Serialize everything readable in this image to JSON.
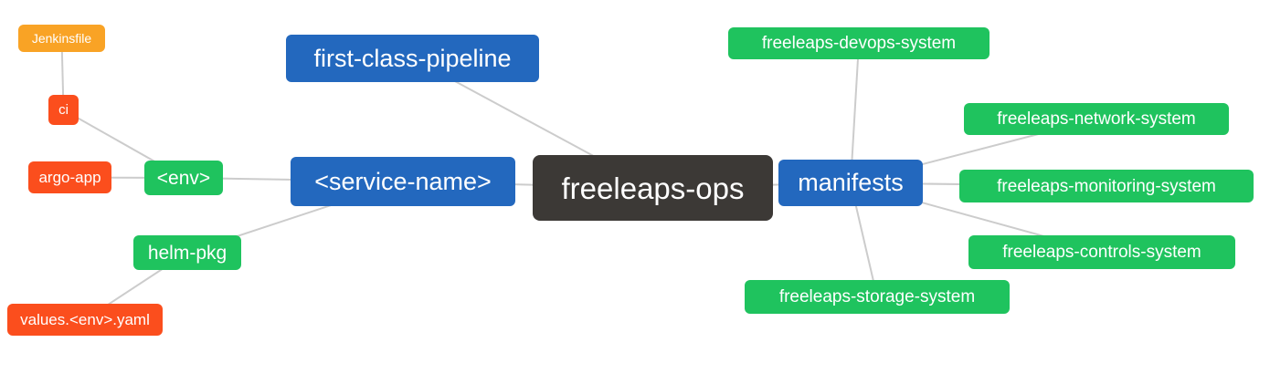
{
  "diagram": {
    "background": "#ffffff",
    "edge_color": "#cccccc",
    "nodes": {
      "jenkinsfile": {
        "label": "Jenkinsfile",
        "color": "#F9A325"
      },
      "ci": {
        "label": "ci",
        "color": "#FB4E1D"
      },
      "argo_app": {
        "label": "argo-app",
        "color": "#FB4E1D"
      },
      "env": {
        "label": "<env>",
        "color": "#1FC35E"
      },
      "helm_pkg": {
        "label": "helm-pkg",
        "color": "#1FC35E"
      },
      "values_env_yaml": {
        "label": "values.<env>.yaml",
        "color": "#FB4E1D"
      },
      "first_class_pipeline": {
        "label": "first-class-pipeline",
        "color": "#2368BE"
      },
      "service_name": {
        "label": "<service-name>",
        "color": "#2368BE"
      },
      "freeleaps_ops": {
        "label": "freeleaps-ops",
        "color": "#3C3936"
      },
      "manifests": {
        "label": "manifests",
        "color": "#2368BE"
      },
      "devops_system": {
        "label": "freeleaps-devops-system",
        "color": "#1FC35E"
      },
      "network_system": {
        "label": "freeleaps-network-system",
        "color": "#1FC35E"
      },
      "monitoring_system": {
        "label": "freeleaps-monitoring-system",
        "color": "#1FC35E"
      },
      "controls_system": {
        "label": "freeleaps-controls-system",
        "color": "#1FC35E"
      },
      "storage_system": {
        "label": "freeleaps-storage-system",
        "color": "#1FC35E"
      }
    },
    "edges": [
      [
        "jenkinsfile",
        "ci"
      ],
      [
        "ci",
        "env"
      ],
      [
        "argo_app",
        "env"
      ],
      [
        "env",
        "service_name"
      ],
      [
        "helm_pkg",
        "service_name"
      ],
      [
        "values_env_yaml",
        "helm_pkg"
      ],
      [
        "first_class_pipeline",
        "freeleaps_ops"
      ],
      [
        "service_name",
        "freeleaps_ops"
      ],
      [
        "freeleaps_ops",
        "manifests"
      ],
      [
        "manifests",
        "devops_system"
      ],
      [
        "manifests",
        "network_system"
      ],
      [
        "manifests",
        "monitoring_system"
      ],
      [
        "manifests",
        "controls_system"
      ],
      [
        "manifests",
        "storage_system"
      ]
    ]
  }
}
